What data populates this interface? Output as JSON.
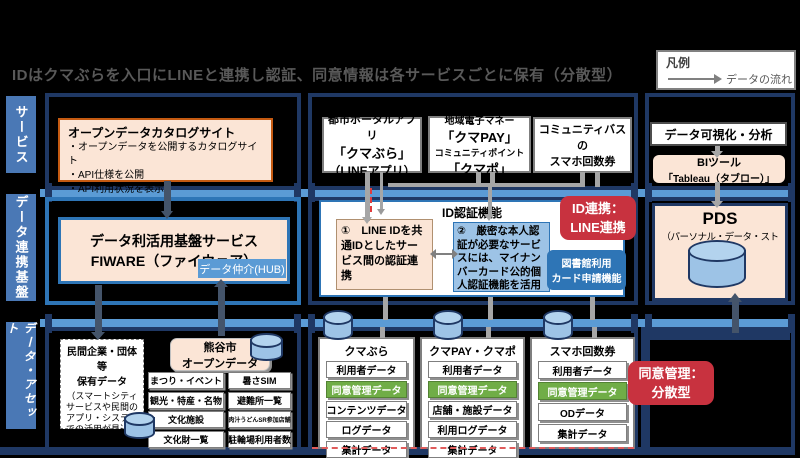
{
  "title": "IDはクマぶらを入口にLINEと連携し認証、同意情報は各サービスごとに保有（分散型）",
  "legend": {
    "label": "凡例",
    "flow_label": "データの流れ"
  },
  "sidebar": {
    "service": "サービス",
    "platform": "データ連携基盤",
    "asset": "データ・アセット"
  },
  "services": {
    "catalog": {
      "title": "オープンデータカタログサイト",
      "bullets": [
        "・オープンデータを公開するカタログサイト",
        "・API仕様を公開",
        "・API利用状況を表示"
      ]
    },
    "apps": {
      "portal": {
        "lines": [
          "都市ポータルアプリ",
          "「クマぶら」",
          "（LINEアプリ）"
        ]
      },
      "pay": {
        "lines": [
          "地域電子マネー",
          "「クマPAY」",
          "コミュニティポイント",
          "「クマポ」"
        ]
      },
      "bus": {
        "lines": [
          "コミュニティバスの",
          "スマホ回数券"
        ]
      }
    },
    "analysis": {
      "title": "データ可視化・分析",
      "bi": {
        "lines": [
          "BIツール",
          "「Tableau（タブロー）」"
        ]
      }
    }
  },
  "platform": {
    "fiware": {
      "lines": [
        "データ利活用基盤サービス",
        "FIWARE（ファイウェア）"
      ],
      "hub": "データ仲介(HUB)"
    },
    "auth": {
      "title": "ID認証機能",
      "line_auth": "①　LINE IDを共通IDとしたサービス間の認証連携",
      "mynumber_auth": "②　厳密な本人認証が必要なサービスには、マイナンバーカード公的個人認証機能を活用",
      "library": {
        "lines": [
          "図書館利用",
          "カード申請機能"
        ]
      }
    },
    "id_link_badge": {
      "lines": [
        "ID連携：",
        "LINE連携"
      ]
    },
    "pds": {
      "title": "PDS",
      "subtitle": "（パーソナル・データ・ストア）"
    }
  },
  "assets": {
    "private": {
      "title_lines": [
        "民間企業・団体等",
        "保有データ"
      ],
      "note": "（スマートシティサービスや民間のアプリ・システムでの活用が見込まれるデータ）"
    },
    "opendata": {
      "title_lines": [
        "熊谷市",
        "オープンデータ"
      ],
      "left_items": [
        "まつり・イベント",
        "観光・特産・名物",
        "文化施設",
        "文化財一覧"
      ],
      "right_items": [
        "暑さSIM",
        "避難所一覧",
        "肉汁うどんSR参加店舗",
        "駐輪場利用者数"
      ]
    },
    "datasets": [
      {
        "title": "クマぶら",
        "items": [
          "利用者データ",
          "同意管理データ",
          "コンテンツデータ",
          "ログデータ",
          "集計データ"
        ]
      },
      {
        "title": "クマPAY・クマポ",
        "items": [
          "利用者データ",
          "同意管理データ",
          "店舗・施設データ",
          "利用ログデータ",
          "集計データ"
        ]
      },
      {
        "title": "スマホ回数券",
        "items": [
          "利用者データ",
          "同意管理データ",
          "ODデータ",
          "集計データ"
        ]
      }
    ],
    "consent_badge": {
      "lines": [
        "同意管理：",
        "分散型"
      ]
    }
  },
  "colors": {
    "navy": "#1f3864",
    "blue": "#2e75b6",
    "band_blue": "#5b9bd5",
    "sidebar_blue": "#4a78b5",
    "peach": "#fbe5d6",
    "orange": "#c55a11",
    "red": "#c8323f",
    "green": "#70ad47",
    "light_blue": "#9dc3e6",
    "gray": "#a6a6a6",
    "slate": "#44546a"
  }
}
